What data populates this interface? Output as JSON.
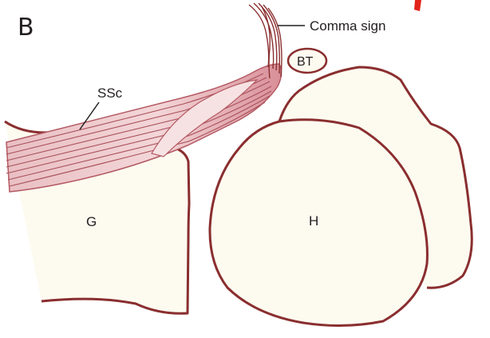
{
  "figure": {
    "panel_letter": "B",
    "labels": {
      "comma_sign": "Comma sign",
      "biceps_tendon": "BT",
      "subscapularis": "SSc",
      "glenoid": "G",
      "humerus": "H"
    },
    "colors": {
      "bone_fill": "#fdfbf0",
      "bone_outline": "#8a2e2f",
      "tendon_light": "#f3d6d8",
      "tendon_mid": "#e3aeb2",
      "tendon_dark": "#b45a63",
      "leader_line": "#231f20",
      "accent_red": "#e2231a"
    }
  }
}
